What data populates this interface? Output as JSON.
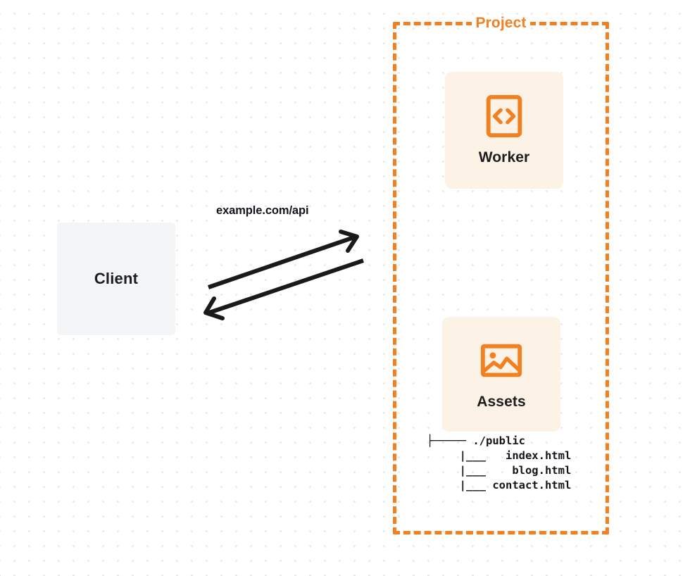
{
  "diagram": {
    "title_visible": false,
    "background": {
      "style": "dot-grid",
      "dot_color": "#e9e9ea",
      "page_color": "#ffffff"
    },
    "colors": {
      "accent_orange": "#f38020",
      "card_fill": "#fdf2e6",
      "client_fill": "#f4f5f6",
      "text_dark": "#1d1d1f",
      "arrow": "#1a1a1a"
    },
    "client": {
      "label": "Client"
    },
    "connection": {
      "label": "example.com/api",
      "request_direction": "client-to-project",
      "response_direction": "project-to-client"
    },
    "project": {
      "label": "Project",
      "border_style": "dashed",
      "nodes": [
        {
          "id": "worker",
          "label": "Worker",
          "icon": "code-brackets-icon"
        },
        {
          "id": "assets",
          "label": "Assets",
          "icon": "image-picture-icon"
        }
      ],
      "file_tree": [
        "├───── ./public",
        "     |___   index.html",
        "     |___    blog.html",
        "     |___ contact.html"
      ]
    }
  }
}
